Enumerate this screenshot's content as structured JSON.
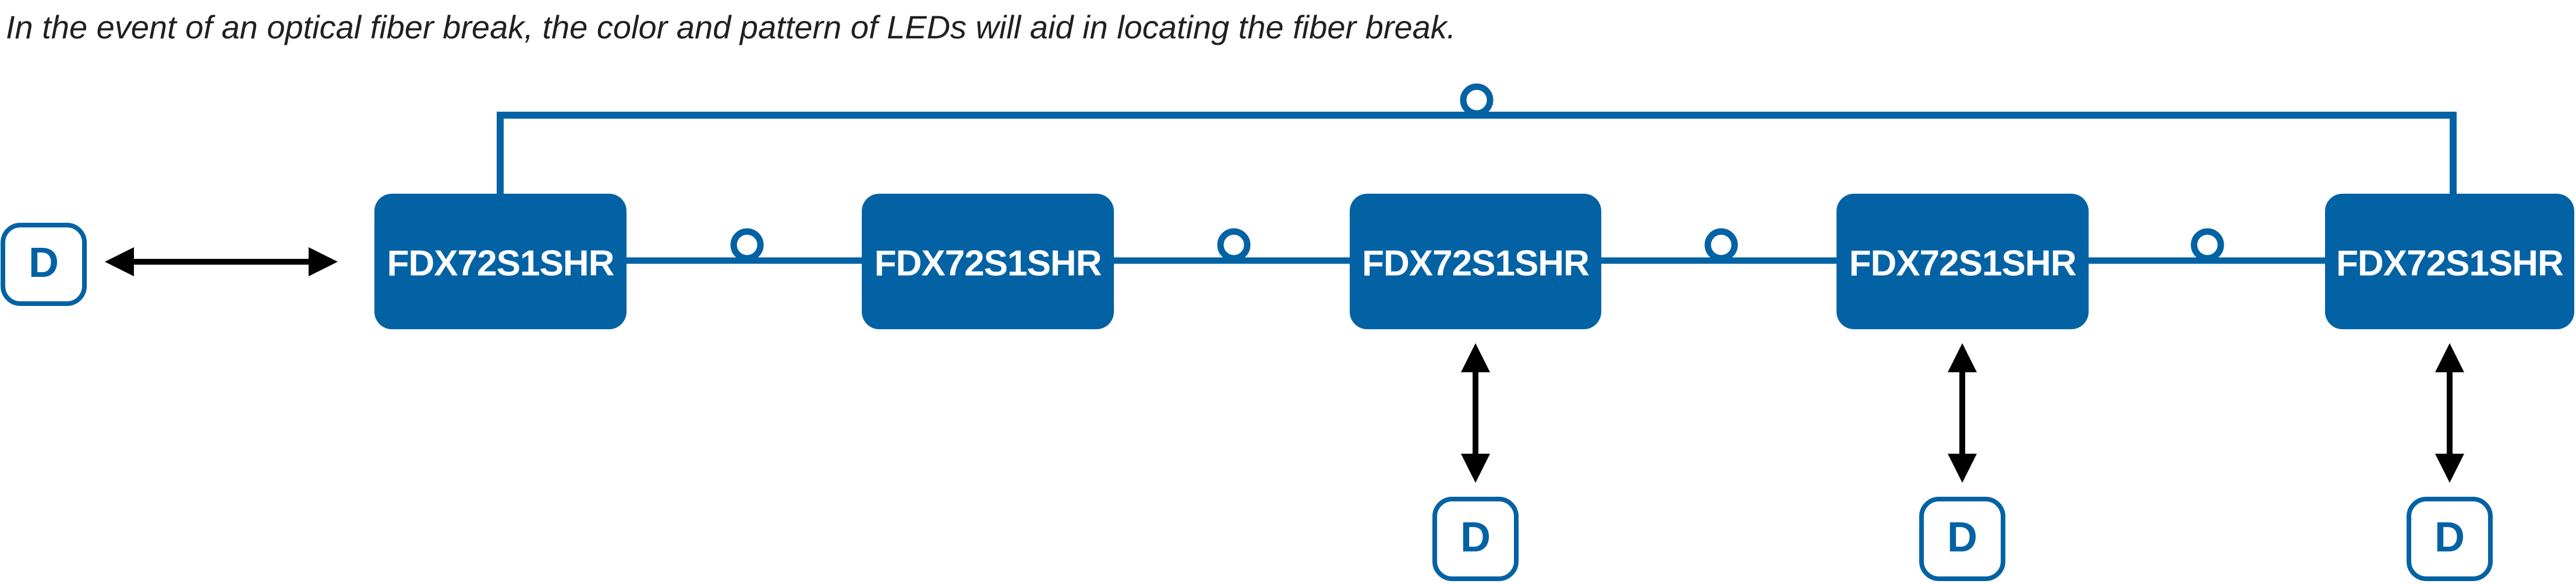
{
  "caption": "In the event of an optical fiber break, the color and pattern of LEDs will aid in locating the fiber break.",
  "colors": {
    "accent": "#0262a4",
    "arrow": "#000000",
    "text": "#231f20",
    "background": "#ffffff"
  },
  "nodes": [
    {
      "label": "FDX72S1SHR"
    },
    {
      "label": "FDX72S1SHR"
    },
    {
      "label": "FDX72S1SHR"
    },
    {
      "label": "FDX72S1SHR"
    },
    {
      "label": "FDX72S1SHR"
    }
  ],
  "devices": [
    {
      "letter": "D",
      "icon": "device-icon"
    },
    {
      "letter": "D",
      "icon": "device-icon"
    },
    {
      "letter": "D",
      "icon": "device-icon"
    },
    {
      "letter": "D",
      "icon": "device-icon"
    }
  ]
}
